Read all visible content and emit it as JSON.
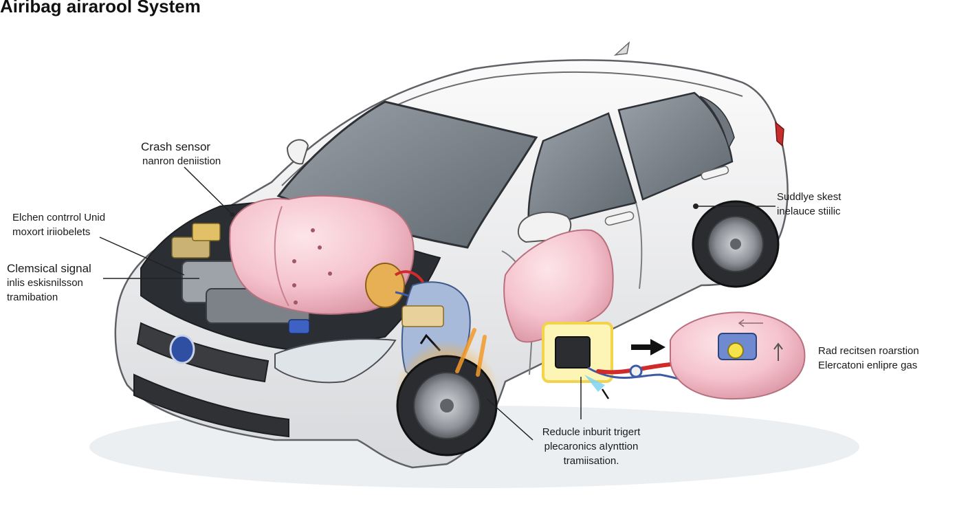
{
  "title": "Airibag airarool System",
  "labels": {
    "crash_sensor": {
      "line1": "Crash sensor",
      "line2": "nanron deniistion"
    },
    "control_unit": {
      "line1": "Elchen contrrol Unid",
      "line2": "moxort iriiobelets"
    },
    "chemical_signal": {
      "line1": "Clemsical signal",
      "line2": "inlis eskisnilsson",
      "line3": "tramibation"
    },
    "sudden_stop": {
      "line1": "Suddlye skest",
      "line2": "inelauce stiilic"
    },
    "inflator_gas": {
      "line1": "Rad recitsen roarstion",
      "line2": "Elercatoni enlipre gas"
    },
    "reduce_injury": {
      "line1": "Reducle inburit trigert",
      "line2": "plecaronics aIynttion",
      "line3": "tramiisation."
    }
  },
  "colors": {
    "airbag": "#f6c9d2",
    "airbag_shadow": "#e3a3b2",
    "body": "#eeeeef",
    "glass": "#7d858d",
    "wire_red": "#d12a2a",
    "wire_blue": "#3c5aa6",
    "glow": "#f6b33a",
    "leader": "#222222"
  }
}
